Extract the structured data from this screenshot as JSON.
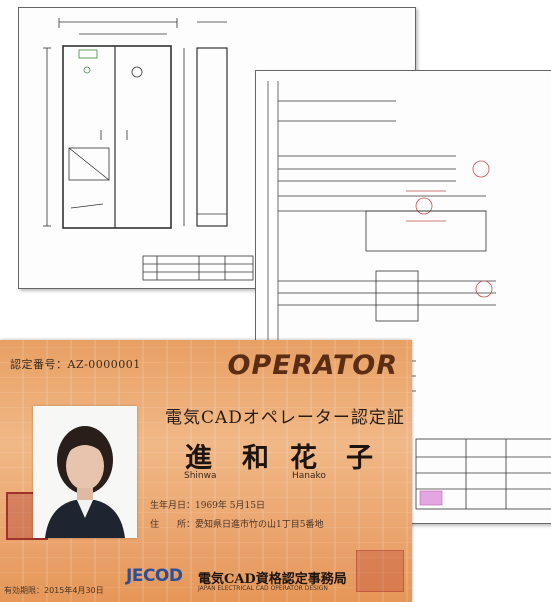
{
  "card": {
    "cert_number": "認定番号：AZ-0000001",
    "role": "OPERATOR",
    "title": "電気CADオペレーター認定証",
    "name_chars": [
      "進",
      "和",
      "花",
      "子"
    ],
    "name_romaji_family": "Shinwa",
    "name_romaji_given": "Hanako",
    "birth_line": "生年月日：1969年 5月15日",
    "address_line": "住　　所：愛知県日進市竹の山1丁目5番地",
    "validity": "有効期限：2015年4月30日",
    "logo_text": "JECOD",
    "office_name": "電気CAD資格認定事務局",
    "office_sub": "JAPAN ELECTRICAL CAD OPERATOR DESIGN"
  },
  "colors": {
    "card_accent": "#5a2d14",
    "logo_blue": "#2b4f9a",
    "seal_red": "#a0322c"
  }
}
